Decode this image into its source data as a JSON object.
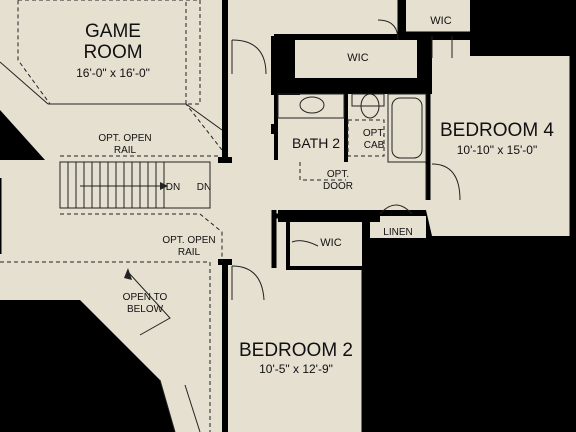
{
  "colors": {
    "background": "#000000",
    "floor": "#e6e0d1",
    "wall": "#000000",
    "text": "#111111"
  },
  "rooms": {
    "game_room": {
      "name_line1": "GAME",
      "name_line2": "ROOM",
      "dims": "16'-0\" x 16'-0\""
    },
    "bedroom4": {
      "name": "BEDROOM 4",
      "dims": "10'-10\" x 15'-0\""
    },
    "bedroom2": {
      "name": "BEDROOM 2",
      "dims": "10'-5\" x 12'-9\""
    },
    "bath2": {
      "name": "BATH 2"
    }
  },
  "labels": {
    "wic_top": "WIC",
    "wic_mid": "WIC",
    "wic_bed2": "WIC",
    "linen": "LINEN",
    "opt_cab_1": "OPT.",
    "opt_cab_2": "CAB",
    "opt_door_1": "OPT.",
    "opt_door_2": "DOOR",
    "rail_top_1": "OPT. OPEN",
    "rail_top_2": "RAIL",
    "rail_low_1": "OPT. OPEN",
    "rail_low_2": "RAIL",
    "dn_1": "DN",
    "dn_2": "DN",
    "open_below_1": "OPEN TO",
    "open_below_2": "BELOW"
  }
}
